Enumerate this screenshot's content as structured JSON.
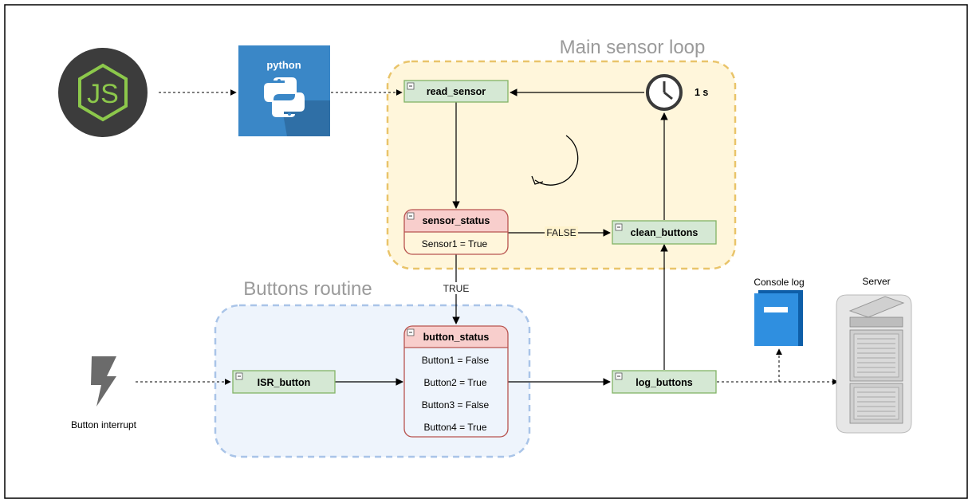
{
  "groups": {
    "main_loop": {
      "title": "Main sensor loop"
    },
    "buttons_routine": {
      "title": "Buttons routine"
    }
  },
  "nodes": {
    "read_sensor": {
      "title": "read_sensor"
    },
    "sensor_status": {
      "title": "sensor_status",
      "rows": [
        "Sensor1 = True"
      ]
    },
    "clean_buttons": {
      "title": "clean_buttons"
    },
    "isr_button": {
      "title": "ISR_button"
    },
    "button_status": {
      "title": "button_status",
      "rows": [
        "Button1 = False",
        "Button2 = True",
        "Button3 = False",
        "Button4 = True"
      ]
    },
    "log_buttons": {
      "title": "log_buttons"
    }
  },
  "edge_labels": {
    "false_label": "FALSE",
    "true_label": "TRUE"
  },
  "timer": {
    "label": "1 s"
  },
  "icons": {
    "python_label": "python",
    "button_interrupt_label": "Button interrupt",
    "console_log_label": "Console log",
    "server_label": "Server"
  },
  "colors": {
    "green_fill": "#d5e8d4",
    "green_stroke": "#82b366",
    "red_fill": "#f8cecc",
    "red_stroke": "#b85450",
    "loop_fill": "#fff2cc",
    "loop_stroke": "#e9c46a",
    "routine_fill": "#eef4fc",
    "routine_stroke": "#a9c4e8",
    "python_blue": "#3a87c7",
    "node_dark": "#3c3c3c",
    "node_green": "#8cc84b"
  }
}
